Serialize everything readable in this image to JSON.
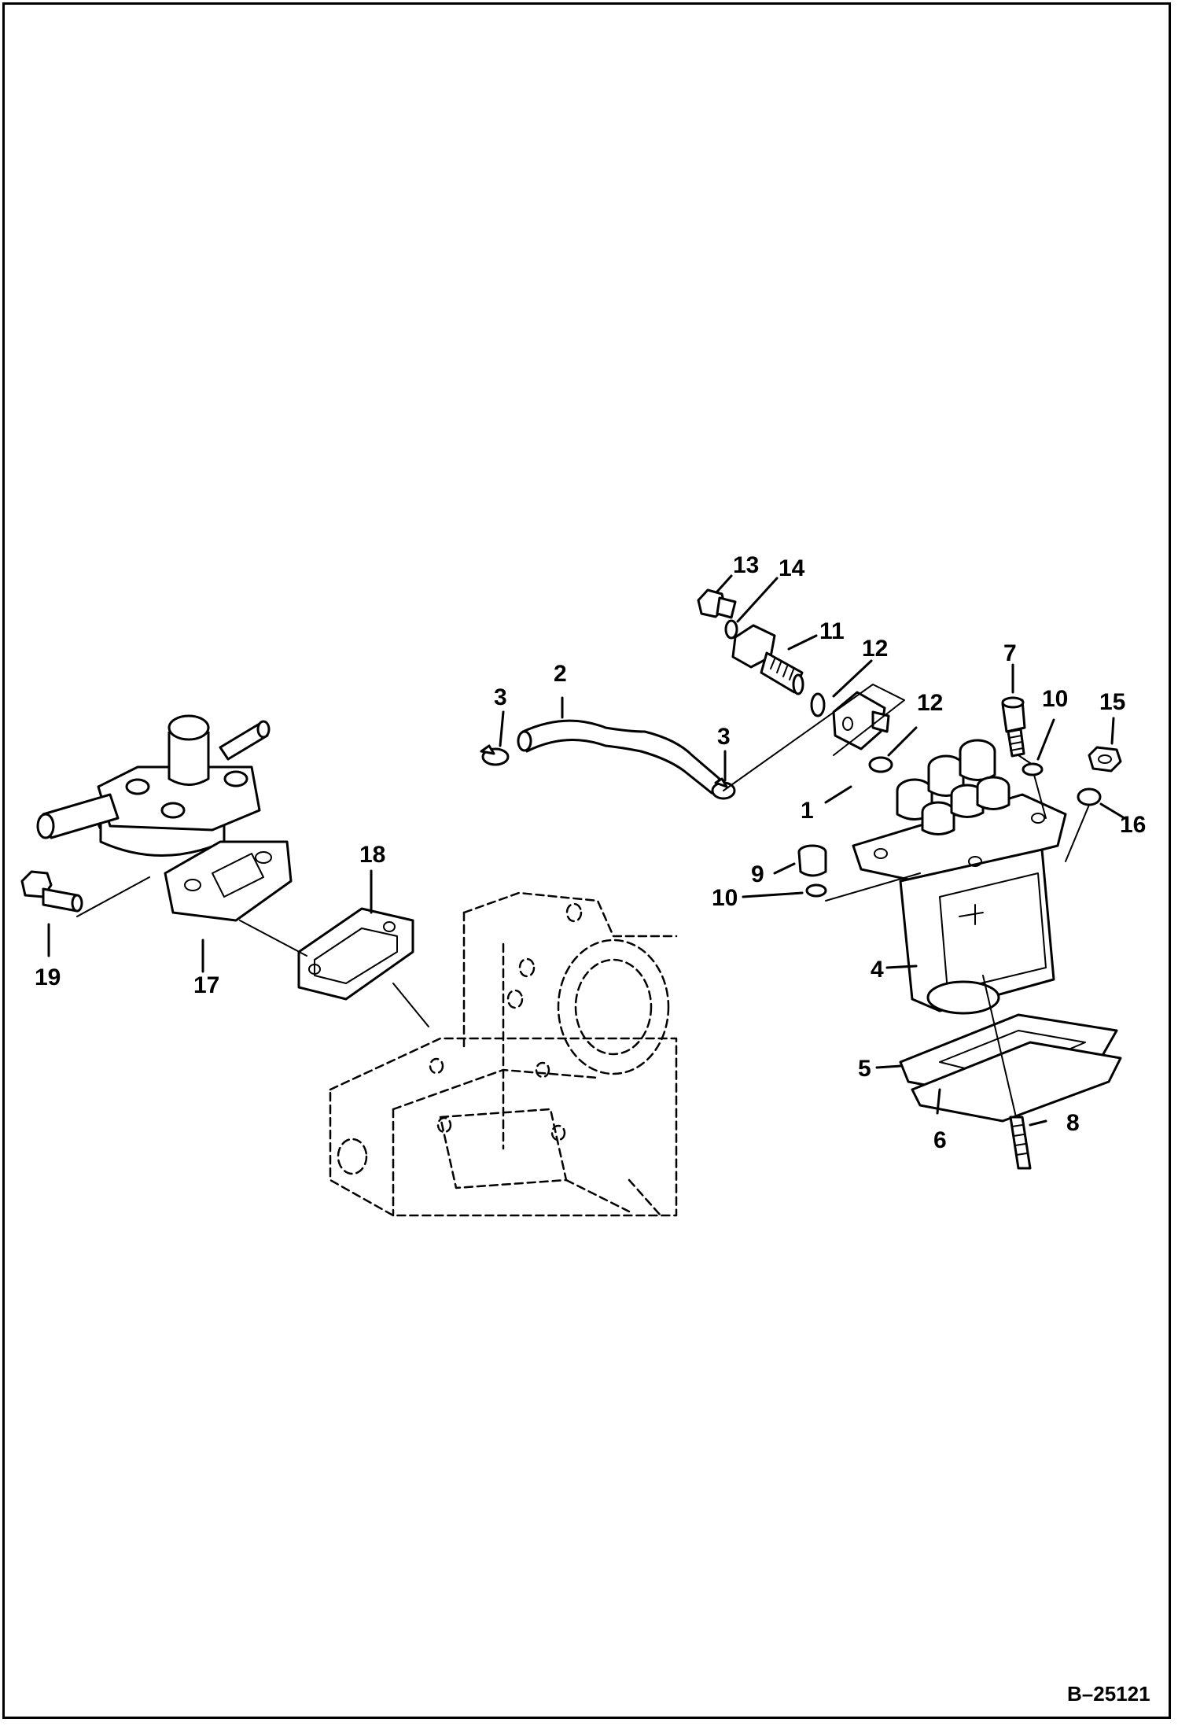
{
  "diagram": {
    "reference_code": "B–25121",
    "callouts": [
      {
        "id": "c13",
        "text": "13"
      },
      {
        "id": "c14",
        "text": "14"
      },
      {
        "id": "c11",
        "text": "11"
      },
      {
        "id": "c12a",
        "text": "12"
      },
      {
        "id": "c12b",
        "text": "12"
      },
      {
        "id": "c2",
        "text": "2"
      },
      {
        "id": "c3a",
        "text": "3"
      },
      {
        "id": "c3b",
        "text": "3"
      },
      {
        "id": "c1",
        "text": "1"
      },
      {
        "id": "c7",
        "text": "7"
      },
      {
        "id": "c10a",
        "text": "10"
      },
      {
        "id": "c15",
        "text": "15"
      },
      {
        "id": "c16",
        "text": "16"
      },
      {
        "id": "c9",
        "text": "9"
      },
      {
        "id": "c10b",
        "text": "10"
      },
      {
        "id": "c4",
        "text": "4"
      },
      {
        "id": "c5",
        "text": "5"
      },
      {
        "id": "c6",
        "text": "6"
      },
      {
        "id": "c8",
        "text": "8"
      },
      {
        "id": "c18",
        "text": "18"
      },
      {
        "id": "c19",
        "text": "19"
      },
      {
        "id": "c17",
        "text": "17"
      }
    ]
  }
}
